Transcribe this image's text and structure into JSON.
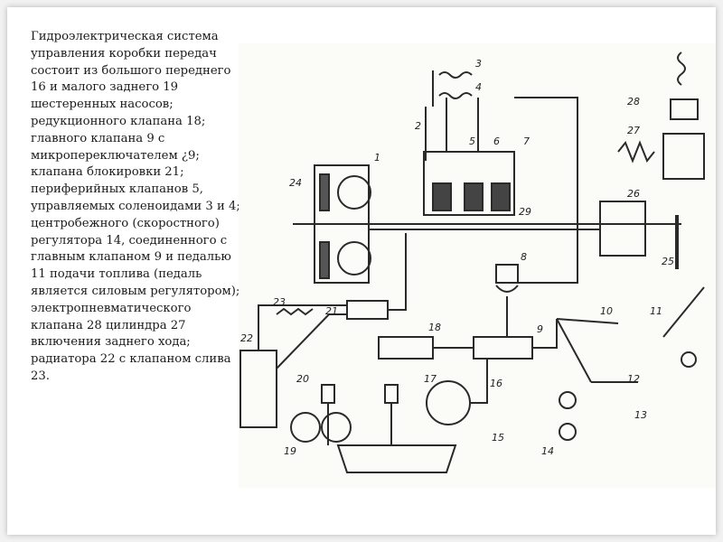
{
  "caption": "Гидроэлектрическая система управления коробки передач состоит из большого переднего 16 и малого заднего 19 шестеренных насосов; редукционного клапана 18; главного клапана 9 с микропереключателем ¿9; клапана блокировки 21; периферийных клапанов 5, управляемых соленоидами 3 и 4; центробежного (скоростного) регулятора 14, соединенного с главным клапаном 9 и педалью 11 подачи топлива (педаль является силовым регулятором); электропневматического клапана 28 цилиндра 27 включения заднего хода;\n   радиатора 22 с клапаном слива 23.",
  "labels": [
    "1",
    "2",
    "3",
    "4",
    "5",
    "6",
    "7",
    "8",
    "9",
    "10",
    "11",
    "12",
    "13",
    "14",
    "15",
    "16",
    "17",
    "18",
    "19",
    "20",
    "21",
    "22",
    "23",
    "24",
    "25",
    "26",
    "27",
    "28",
    "29"
  ]
}
